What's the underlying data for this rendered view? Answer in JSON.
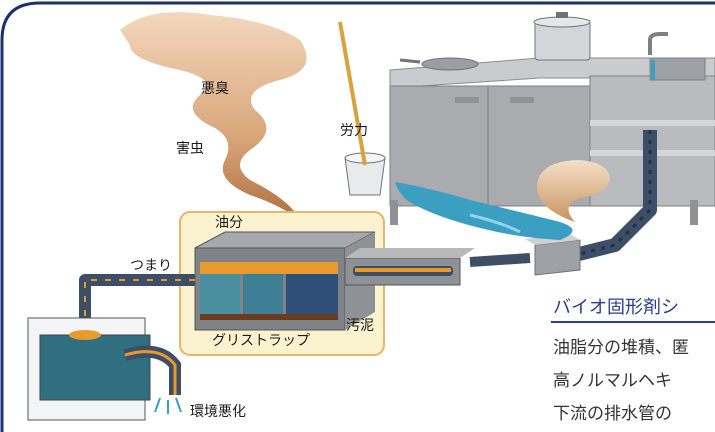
{
  "labels": {
    "odor": "悪臭",
    "pests": "害虫",
    "labor": "労力",
    "oil": "油分",
    "clog": "つまり",
    "sludge": "汚泥",
    "trap": "グリストラップ",
    "env": "環境悪化"
  },
  "panel": {
    "title": "バイオ固形剤シ",
    "lines": [
      "油脂分の堆積、匿",
      "高ノルマルヘキ",
      "下流の排水管の"
    ]
  },
  "colors": {
    "frame": "#1e2f6e",
    "pipe": "#3d4e67",
    "water": "#3a9fc0",
    "grease": "#e89a2c",
    "trapTint": "#fbf3cf",
    "steel": "#b4b6b9"
  }
}
